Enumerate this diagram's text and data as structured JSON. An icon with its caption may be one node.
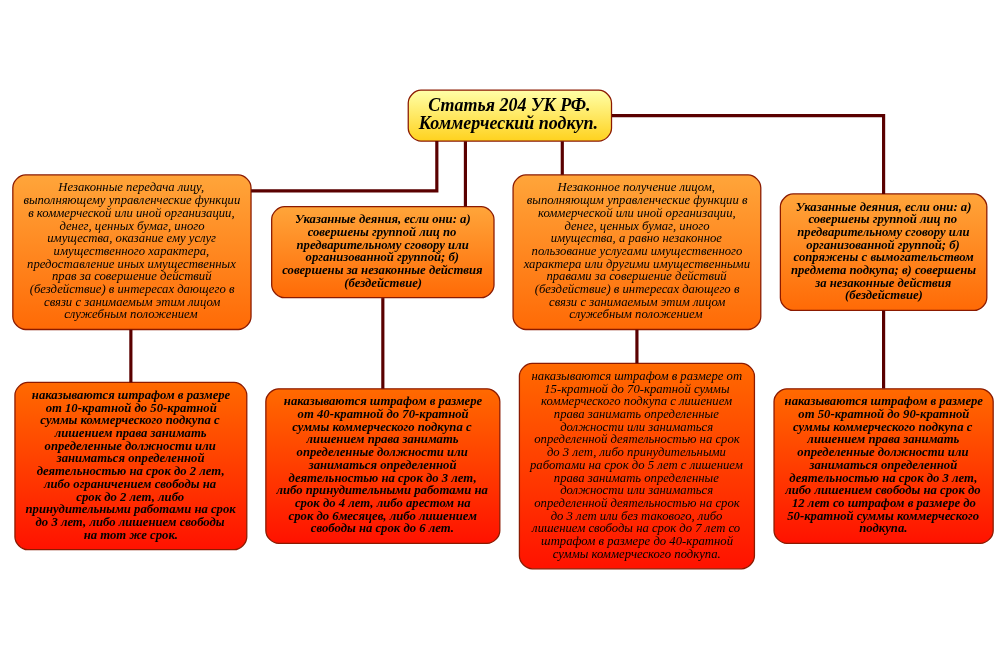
{
  "diagram": {
    "nodes": [
      {
        "text": [
          "Статья 204 УК РФ.",
          "Коммерческий подкуп."
        ]
      },
      {
        "text": [
          "Незаконные передача лицу, выполняющему управленческие функции в коммерческой или иной организации, денег, ценных бумаг, иного имущества, оказание ему услуг имущественного характера, предоставление иных имущественных прав за совершение действий (бездействие) в интересах дающего в связи с занимаемым этим лицом служебным положением"
        ]
      },
      {
        "text": [
          "Указанные деяния, если они: а) совершены группой лиц по предварительному сговору или организованной группой; б) совершены за незаконные действия (бездействие)"
        ]
      },
      {
        "text": [
          "Незаконное получение лицом, выполняющим управленческие функции в коммерческой или иной организации, денег, ценных бумаг, иного имущества, а равно незаконное пользование услугами имущественного характера или другими имущественными правами за совершение действий (бездействие) в интересах дающего в связи с занимаемым этим лицом служебным положением"
        ]
      },
      {
        "text": [
          "Указанные деяния, если они: а) совершены группой лиц по предварительному сговору или организованной группой; б) сопряжены с вымогательством предмета подкупа; в) совершены за незаконные действия (бездействие)"
        ]
      },
      {
        "text": [
          "наказываются штрафом в размере от 10-кратной до 50-кратной суммы коммерческого подкупа с лишением права занимать определенные должности или заниматься определенной деятельностью на срок до 2 лет, либо ограничением свободы на срок до 2 лет, либо принудительными работами на срок до 3 лет, либо лишением свободы на тот же срок."
        ]
      },
      {
        "text": [
          "наказываются штрафом в размере от 40-кратной до 70-кратной суммы коммерческого подкупа с лишением права занимать определенные должности или заниматься определенной деятельностью на срок до 3 лет, либо принудительными работами на срок до 4 лет, либо арестом на срок до 6месяцев, либо лишением свободы на срок до 6 лет."
        ]
      },
      {
        "text": [
          "наказываются штрафом в размере от 15-кратной до 70-кратной суммы коммерческого подкупа с лишением права занимать определенные должности или заниматься определенной деятельностью на срок до 3 лет, либо принудительными работами на срок до 5 лет с лишением права занимать определенные должности или заниматься определенной деятельностью на срок до 3 лет или без такового, либо лишением свободы на срок до 7 лет со штрафом в размере до 40-кратной суммы коммерческого подкупа."
        ]
      },
      {
        "text": [
          "наказываются штрафом в размере от 50-кратной до 90-кратной суммы коммерческого подкупа с лишением права занимать определенные должности или заниматься определенной деятельностью на срок до 3 лет, либо лишением свободы на срок до 12 лет со штрафом в размере до 50-кратной суммы коммерческого подкупа."
        ]
      }
    ],
    "edges": [
      {
        "from": 0,
        "to": 1,
        "arrow": "none"
      },
      {
        "from": 0,
        "to": 2,
        "arrow": "none"
      },
      {
        "from": 0,
        "to": 3,
        "arrow": "none"
      },
      {
        "from": 0,
        "to": 4,
        "arrow": "none"
      },
      {
        "from": 1,
        "to": 5,
        "arrow": "none"
      },
      {
        "from": 2,
        "to": 6,
        "arrow": "none"
      },
      {
        "from": 3,
        "to": 7,
        "arrow": "none"
      },
      {
        "from": 4,
        "to": 8,
        "arrow": "none"
      }
    ]
  }
}
